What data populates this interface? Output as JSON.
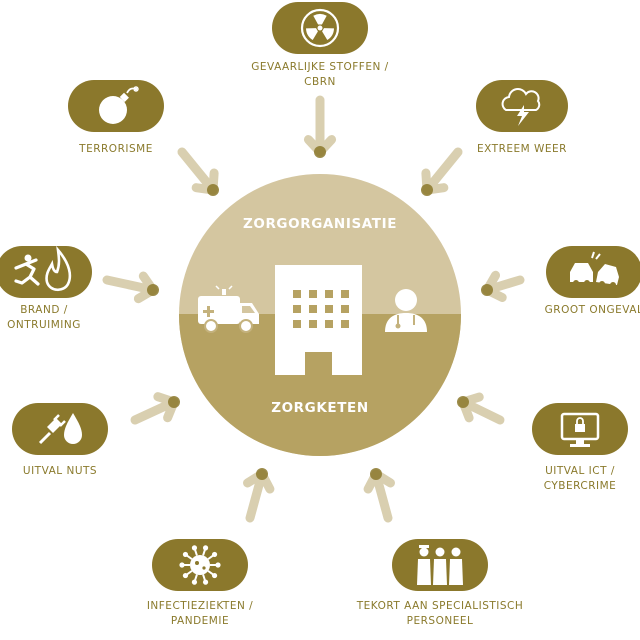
{
  "colors": {
    "pill": "#8b782c",
    "circle_top": "#d4c6a0",
    "circle_bottom": "#b6a262",
    "arrow_light": "#d9cfb0",
    "arrow_dot": "#8b782c",
    "label_text": "#8a7a2c",
    "icon": "#ffffff"
  },
  "center": {
    "top_label": "ZORGORGANISATIE",
    "bottom_label": "ZORGKETEN",
    "icons": [
      "ambulance-icon",
      "hospital-building-icon",
      "doctor-icon"
    ]
  },
  "threats": [
    {
      "id": "cbrn",
      "label": "GEVAARLIJKE STOFFEN /\nCBRN",
      "icon": "radiation-icon"
    },
    {
      "id": "weather",
      "label": "EXTREEM WEER",
      "icon": "storm-cloud-icon"
    },
    {
      "id": "accident",
      "label": "GROOT ONGEVAL",
      "icon": "car-crash-icon"
    },
    {
      "id": "ict",
      "label": "UITVAL ICT /\nCYBERCRIME",
      "icon": "locked-monitor-icon"
    },
    {
      "id": "staff",
      "label": "TEKORT AAN SPECIALISTISCH\nPERSONEEL",
      "icon": "medical-staff-icon"
    },
    {
      "id": "pandemic",
      "label": "INFECTIEZIEKTEN /\nPANDEMIE",
      "icon": "virus-icon"
    },
    {
      "id": "utilities",
      "label": "UITVAL NUTS",
      "icon": "plug-water-drop-icon"
    },
    {
      "id": "fire",
      "label": "BRAND /\nONTRUIMING",
      "icon": "running-person-flame-icon"
    },
    {
      "id": "terrorism",
      "label": "TERRORISME",
      "icon": "bomb-icon"
    }
  ]
}
